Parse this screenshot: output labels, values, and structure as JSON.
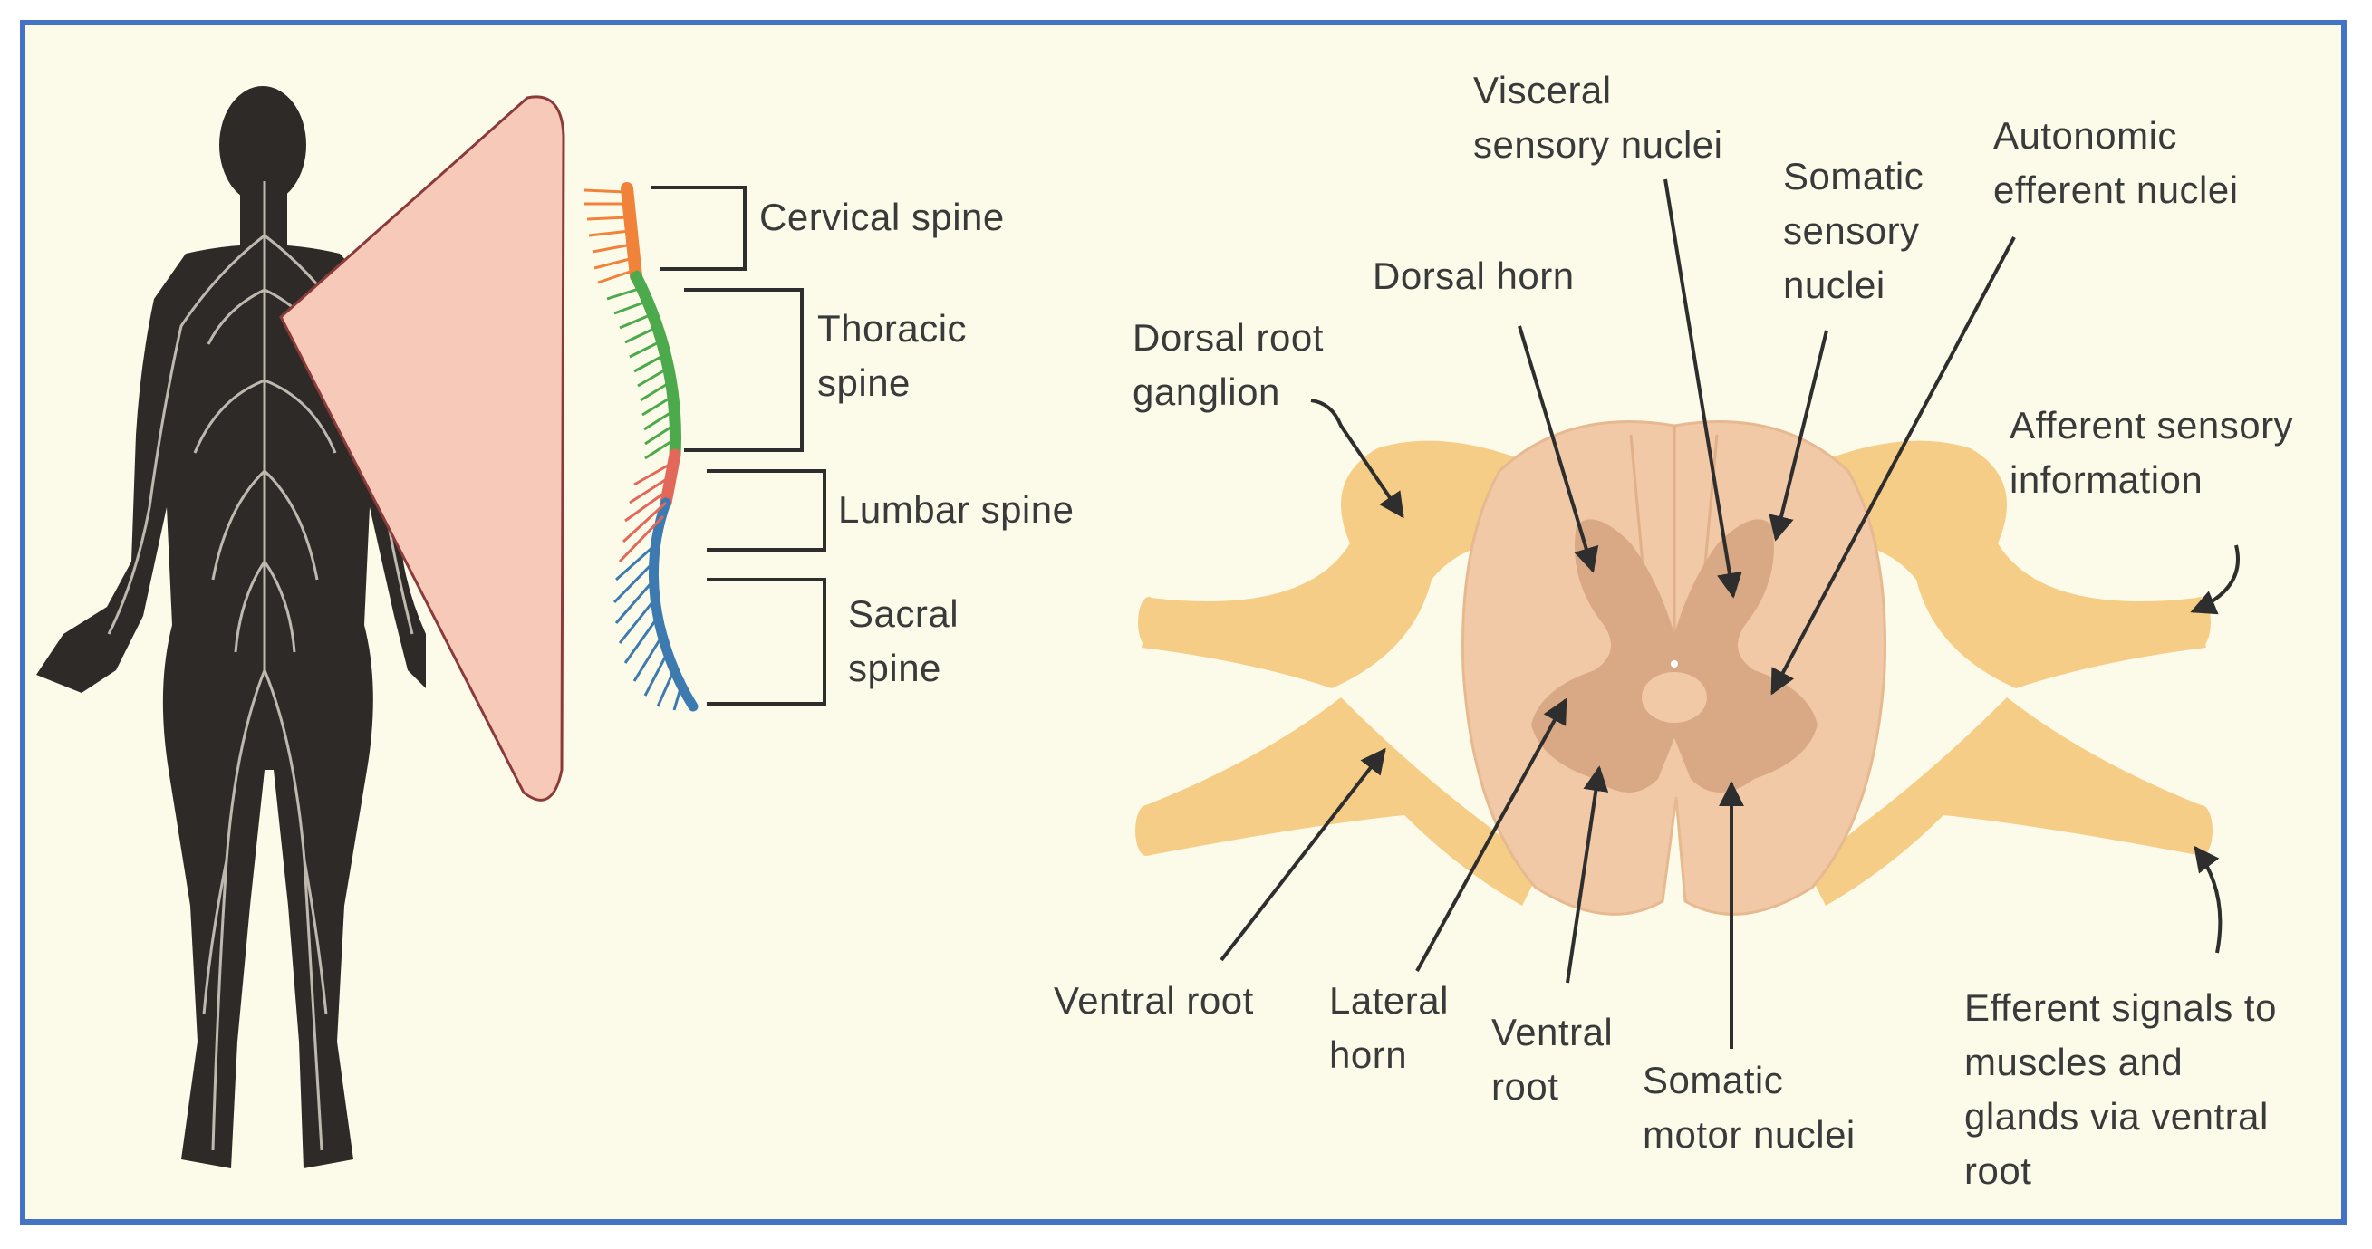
{
  "spine_regions": {
    "cervical": "Cervical spine",
    "thoracic": [
      "Thoracic",
      "spine"
    ],
    "lumbar": "Lumbar spine",
    "sacral": [
      "Sacral",
      "spine"
    ]
  },
  "cross_section": {
    "visceral_sensory": [
      "Visceral",
      "sensory nuclei"
    ],
    "somatic_sensory": [
      "Somatic",
      "sensory",
      "nuclei"
    ],
    "autonomic_efferent": [
      "Autonomic",
      "efferent nuclei"
    ],
    "dorsal_horn": "Dorsal horn",
    "dorsal_root_ganglion": [
      "Dorsal root",
      "ganglion"
    ],
    "afferent_sensory": [
      "Afferent sensory",
      "information"
    ],
    "ventral_root_left": "Ventral root",
    "lateral_horn": [
      "Lateral",
      "horn"
    ],
    "ventral_root_center": [
      "Ventral",
      "root"
    ],
    "somatic_motor": [
      "Somatic",
      "motor nuclei"
    ],
    "efferent_signals": [
      "Efferent signals to",
      "muscles and",
      "glands via ventral",
      "root"
    ]
  },
  "colors": {
    "frame_border": "#4472c4",
    "background": "#fcfbe9",
    "body_silhouette": "#2e2a27",
    "zoom_wedge": "#f7c9b9",
    "cervical": "#f0823a",
    "thoracic": "#4caa4c",
    "lumbar": "#e2685a",
    "sacral": "#3d7ab0",
    "nerve_roots": "#f6cd86",
    "cord_outer": "#f1c9a6",
    "grey_matter": "#d9a985",
    "label_text": "#3a3a3a"
  }
}
